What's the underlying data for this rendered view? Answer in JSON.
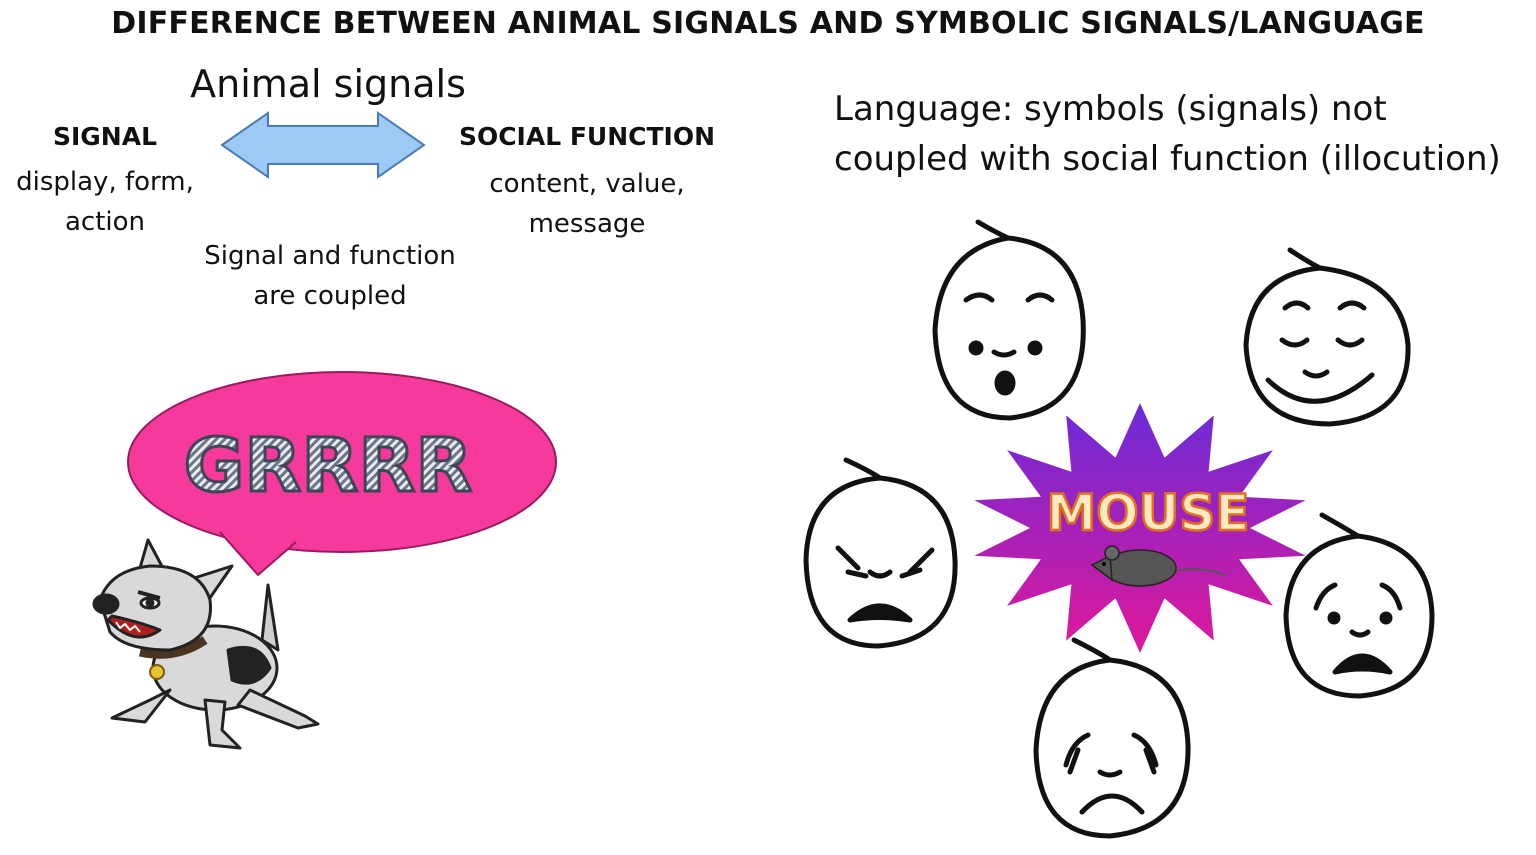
{
  "title": "DIFFERENCE BETWEEN ANIMAL SIGNALS AND SYMBOLIC SIGNALS/LANGUAGE",
  "animal": {
    "heading": "Animal signals",
    "signal_label": "SIGNAL",
    "signal_desc_1": "display, form,",
    "signal_desc_2": "action",
    "function_label": "SOCIAL FUNCTION",
    "function_desc_1": "content, value,",
    "function_desc_2": "message",
    "coupled_1": "Signal and function",
    "coupled_2": "are coupled",
    "bubble_text": "GRRRR"
  },
  "language": {
    "line_1": "Language: symbols (signals) not",
    "line_2": "coupled with social function (illocution)",
    "center_word": "MOUSE"
  },
  "colors": {
    "arrow_fill": "#9dc9f5",
    "arrow_stroke": "#4a7ab8",
    "bubble": "#f53a9c",
    "burst_top": "#6a2bd9",
    "burst_bottom": "#e0189a",
    "mouse_text": "#ffe9c2"
  }
}
